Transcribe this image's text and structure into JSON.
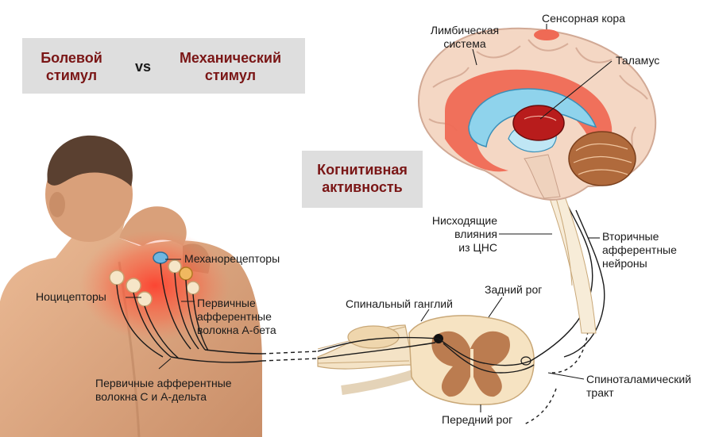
{
  "colors": {
    "accent_dark_red": "#7a1616",
    "skin": "#e8b48e",
    "brain_pink": "#f2c9b2",
    "limbic_red": "#ef6a55",
    "ventricle_blue": "#8fd3ec",
    "spinal_brown": "#b56a3c"
  },
  "header": {
    "stimulus_box": {
      "pain_line1": "Болевой",
      "pain_line2": "стимул",
      "vs": "vs",
      "mech_line1": "Механический",
      "mech_line2": "стимул"
    },
    "cognitive_box": {
      "line1": "Когнитивная",
      "line2": "активность"
    }
  },
  "labels": {
    "limbic_line1": "Лимбическая",
    "limbic_line2": "система",
    "sensory_cortex": "Сенсорная кора",
    "thalamus": "Таламус",
    "descending_line1": "Нисходящие",
    "descending_line2": "влияния",
    "descending_line3": "из ЦНС",
    "secondary_line1": "Вторичные",
    "secondary_line2": "афферентные",
    "secondary_line3": "нейроны",
    "mechanoreceptors": "Механорецепторы",
    "nociceptors": "Ноцицепторы",
    "abeta_line1": "Первичные",
    "abeta_line2": "афферентные",
    "abeta_line3": "волокна А-бета",
    "cadelta_line1": "Первичные афферентные",
    "cadelta_line2": "волокна С и А-дельта",
    "spinal_ganglion": "Спинальный ганглий",
    "dorsal_horn": "Задний рог",
    "ventral_horn": "Передний рог",
    "spinothalamic_line1": "Спиноталамический",
    "spinothalamic_line2": "тракт"
  }
}
